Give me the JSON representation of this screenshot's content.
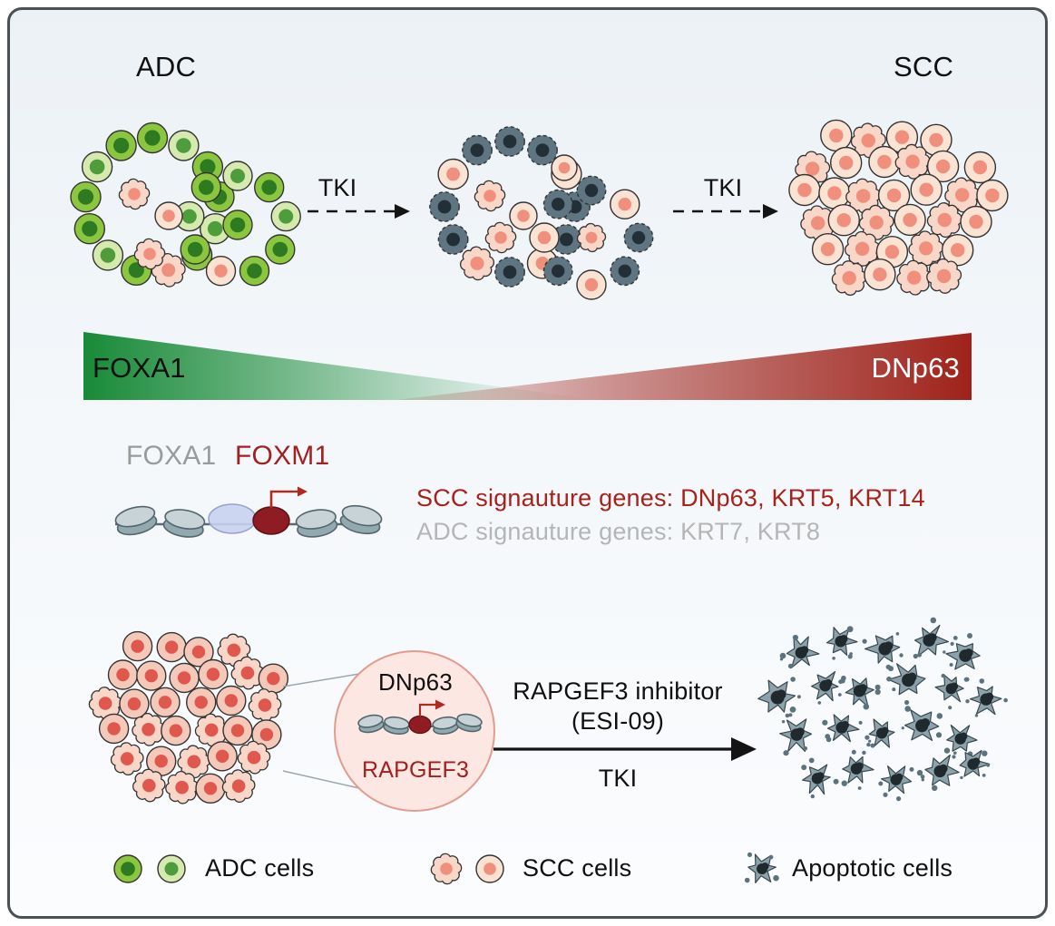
{
  "figure": {
    "top_row": {
      "adc_label": "ADC",
      "scc_label": "SCC",
      "arrow1_label": "TKI",
      "arrow2_label": "TKI"
    },
    "gradient_bar": {
      "left_label": "FOXA1",
      "right_label": "DNp63"
    },
    "gene_diagram": {
      "foxa1_label": "FOXA1",
      "foxm1_label": "FOXM1",
      "scc_genes_line": "SCC signauture genes: DNp63, KRT5, KRT14",
      "adc_genes_line": "ADC signauture genes: KRT7, KRT8"
    },
    "bottom_row": {
      "magnifier_top_label": "DNp63",
      "magnifier_bottom_label": "RAPGEF3",
      "arrow_label_line1": "RAPGEF3 inhibitor",
      "arrow_label_line2": "(ESI-09)",
      "arrow_label_line3": "TKI"
    },
    "legend": {
      "adc": "ADC cells",
      "scc": "SCC cells",
      "apoptotic": "Apoptotic cells"
    }
  },
  "colors": {
    "frame_border": "#4b5055",
    "background_top": "#ecf1f6",
    "background_bottom": "#fbfcfe",
    "green_cell": "#8cc63f",
    "green_cell_light": "#d6e9ae",
    "green_nucleus_dark": "#2d7a22",
    "green_nucleus_light": "#4f9c3c",
    "peach_cell": "#fbe3d4",
    "pink_cell": "#f8d6c8",
    "salmon_nucleus": "#f0907c",
    "gray_cell": "#5f7682",
    "gray_nucleus": "#232f36",
    "peach_cell_deep": "#f5c9ba",
    "red_nucleus": "#df574d",
    "apoptotic_body": "#8da3ac",
    "apoptotic_nucleus": "#20292e",
    "wedge_green": "#188a38",
    "wedge_red": "#9f221a",
    "foxa1_gray": "#9a9a9a",
    "foxm1_red": "#a32020",
    "scc_text_red": "#a8221b",
    "adc_text_gray": "#b5b5b5",
    "blue_oval": "#c9d2ee",
    "red_oval": "#8e1c22",
    "transcription_arrow": "#b02a21",
    "nucleosome_top": "#c7d3d7",
    "nucleosome_bottom": "#93a9b0",
    "nucleosome_stroke": "#54666d",
    "dna_line": "#5a6b72",
    "magnifier_fill": "#fce7e2",
    "magnifier_stroke": "#e39a8f",
    "arrow_black": "#141414",
    "white_text": "#ffffff"
  }
}
